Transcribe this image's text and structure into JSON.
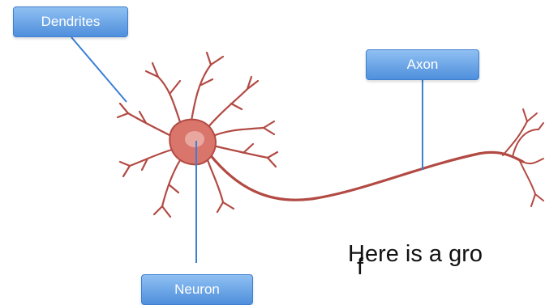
{
  "labels": {
    "dendrites": "Dendrites",
    "axon": "Axon",
    "neuron": "Neuron"
  },
  "caption": {
    "line1": "Here is a gro",
    "line2": "f"
  },
  "colors": {
    "neuron_fill": "#d9756b",
    "neuron_stroke": "#b24a43",
    "soma_center": "#e8a8a0",
    "pointer_line": "#3b7fd6",
    "label_fill": "#5b97e3"
  }
}
